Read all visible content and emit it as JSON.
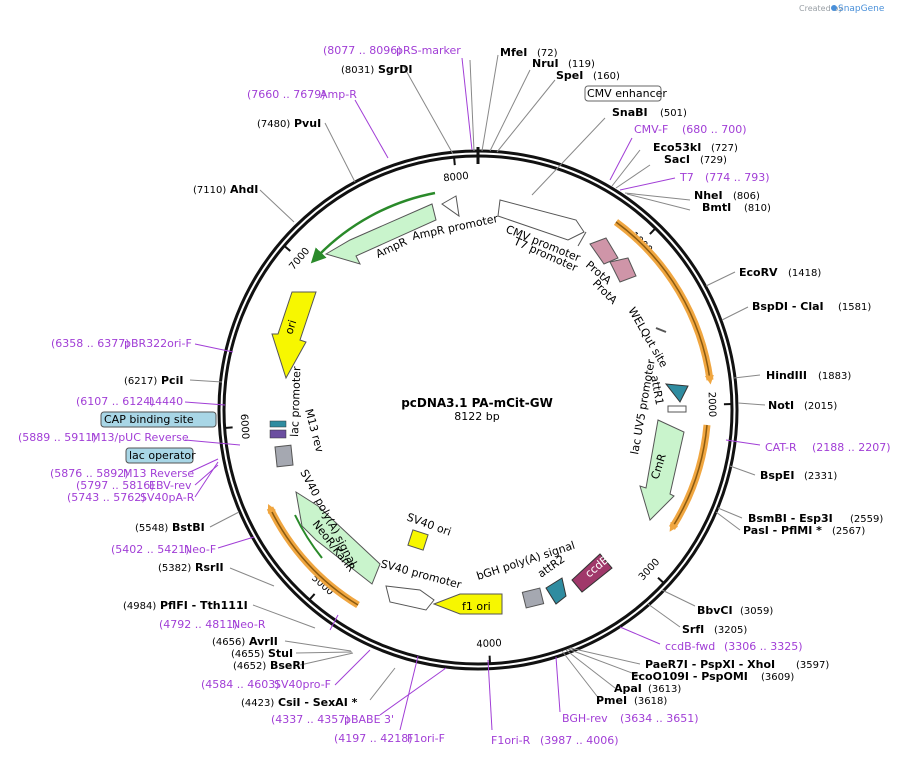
{
  "watermark": {
    "prefix": "Created by",
    "brand": "SnapGene"
  },
  "plasmid": {
    "name": "pcDNA3.1 PA-mCit-GW",
    "length": "8122 bp",
    "total_bp": 8122
  },
  "colors": {
    "primer": "#a13ed6",
    "backbone": "#111111",
    "rna": "#f0a640",
    "ampr": "#c9f4cc",
    "ori": "#f7f700",
    "protA": "#cf95a8",
    "attr": "#2f8ca0",
    "ccdb": "#a0386a",
    "promoter": "#ffffff",
    "grey_feature": "#a5a8b1"
  },
  "ring_ticks": [
    {
      "label": "1000",
      "bp": 1000
    },
    {
      "label": "2000",
      "bp": 2000
    },
    {
      "label": "3000",
      "bp": 3000
    },
    {
      "label": "4000",
      "bp": 4000
    },
    {
      "label": "5000",
      "bp": 5000
    },
    {
      "label": "6000",
      "bp": 6000
    },
    {
      "label": "7000",
      "bp": 7000
    },
    {
      "label": "8000",
      "bp": 8000
    }
  ],
  "enzymes": [
    {
      "name": "MfeI",
      "pos": "(72)"
    },
    {
      "name": "NruI",
      "pos": "(119)"
    },
    {
      "name": "SpeI",
      "pos": "(160)"
    },
    {
      "name": "SnaBI",
      "pos": "(501)"
    },
    {
      "name": "Eco53kI",
      "pos": "(727)"
    },
    {
      "name": "SacI",
      "pos": "(729)"
    },
    {
      "name": "NheI",
      "pos": "(806)"
    },
    {
      "name": "BmtI",
      "pos": "(810)"
    },
    {
      "name": "EcoRV",
      "pos": "(1418)"
    },
    {
      "name": "BspDI  - ClaI",
      "pos": "(1581)"
    },
    {
      "name": "HindIII",
      "pos": "(1883)"
    },
    {
      "name": "NotI",
      "pos": "(2015)"
    },
    {
      "name": "BspEI",
      "pos": "(2331)"
    },
    {
      "name": "BsmBI  - Esp3I",
      "pos": "(2559)"
    },
    {
      "name": "PasI  - PflMI *",
      "pos": "(2567)"
    },
    {
      "name": "BbvCI",
      "pos": "(3059)"
    },
    {
      "name": "SrfI",
      "pos": "(3205)"
    },
    {
      "name": "PaeR7I  - PspXI  - XhoI",
      "pos": "(3597)"
    },
    {
      "name": "EcoO109I  - PspOMI",
      "pos": "(3609)"
    },
    {
      "name": "ApaI",
      "pos": "(3613)"
    },
    {
      "name": "PmeI",
      "pos": "(3618)"
    },
    {
      "name": "CsiI  - SexAI *",
      "pos": "(4423)"
    },
    {
      "name": "BseRI",
      "pos": "(4652)"
    },
    {
      "name": "StuI",
      "pos": "(4655)"
    },
    {
      "name": "AvrII",
      "pos": "(4656)"
    },
    {
      "name": "PflFI  - Tth111I",
      "pos": "(4984)"
    },
    {
      "name": "RsrII",
      "pos": "(5382)"
    },
    {
      "name": "BstBI",
      "pos": "(5548)"
    },
    {
      "name": "PciI",
      "pos": "(6217)"
    },
    {
      "name": "AhdI",
      "pos": "(7110)"
    },
    {
      "name": "PvuI",
      "pos": "(7480)"
    },
    {
      "name": "SgrDI",
      "pos": "(8031)"
    }
  ],
  "primers": [
    {
      "name": "pRS-marker",
      "range": "(8077 .. 8096)"
    },
    {
      "name": "Amp-R",
      "range": "(7660 .. 7679)"
    },
    {
      "name": "CMV-F",
      "range": "(680 .. 700)"
    },
    {
      "name": "T7",
      "range": "(774 .. 793)"
    },
    {
      "name": "CAT-R",
      "range": "(2188 .. 2207)"
    },
    {
      "name": "ccdB-fwd",
      "range": "(3306 .. 3325)"
    },
    {
      "name": "BGH-rev",
      "range": "(3634 .. 3651)"
    },
    {
      "name": "F1ori-R",
      "range": "(3987 .. 4006)"
    },
    {
      "name": "F1ori-F",
      "range": "(4197 .. 4218)"
    },
    {
      "name": "pBABE 3'",
      "range": "(4337 .. 4357)"
    },
    {
      "name": "SV40pro-F",
      "range": "(4584 .. 4603)"
    },
    {
      "name": "Neo-R",
      "range": "(4792 .. 4811)"
    },
    {
      "name": "Neo-F",
      "range": "(5402 .. 5421)"
    },
    {
      "name": "SV40pA-R",
      "range": "(5743 .. 5762)"
    },
    {
      "name": "EBV-rev",
      "range": "(5797 .. 5816)"
    },
    {
      "name": "M13 Reverse",
      "range": "(5876 .. 5892)"
    },
    {
      "name": "M13/pUC Reverse",
      "range": "(5889 .. 5911)"
    },
    {
      "name": "L4440",
      "range": "(6107 .. 6124)"
    },
    {
      "name": "pBR322ori-F",
      "range": "(6358 .. 6377)"
    }
  ],
  "boxed_labels": [
    {
      "name": "CMV enhancer"
    },
    {
      "name": "CAP binding site"
    },
    {
      "name": "lac operator"
    }
  ],
  "features": [
    {
      "name": "CMV promoter"
    },
    {
      "name": "T7 promoter"
    },
    {
      "name": "ProtA"
    },
    {
      "name": "ProtA"
    },
    {
      "name": "WELQut site"
    },
    {
      "name": "lac UV5 promoter"
    },
    {
      "name": "attR1"
    },
    {
      "name": "CmR"
    },
    {
      "name": "ccdB"
    },
    {
      "name": "attR2"
    },
    {
      "name": "bGH poly(A) signal"
    },
    {
      "name": "f1 ori"
    },
    {
      "name": "SV40 promoter"
    },
    {
      "name": "SV40 ori"
    },
    {
      "name": "NeoR/KanR"
    },
    {
      "name": "SV40 poly(A) signal"
    },
    {
      "name": "M13 rev"
    },
    {
      "name": "lac promoter"
    },
    {
      "name": "ori"
    },
    {
      "name": "AmpR"
    },
    {
      "name": "AmpR promoter"
    }
  ]
}
